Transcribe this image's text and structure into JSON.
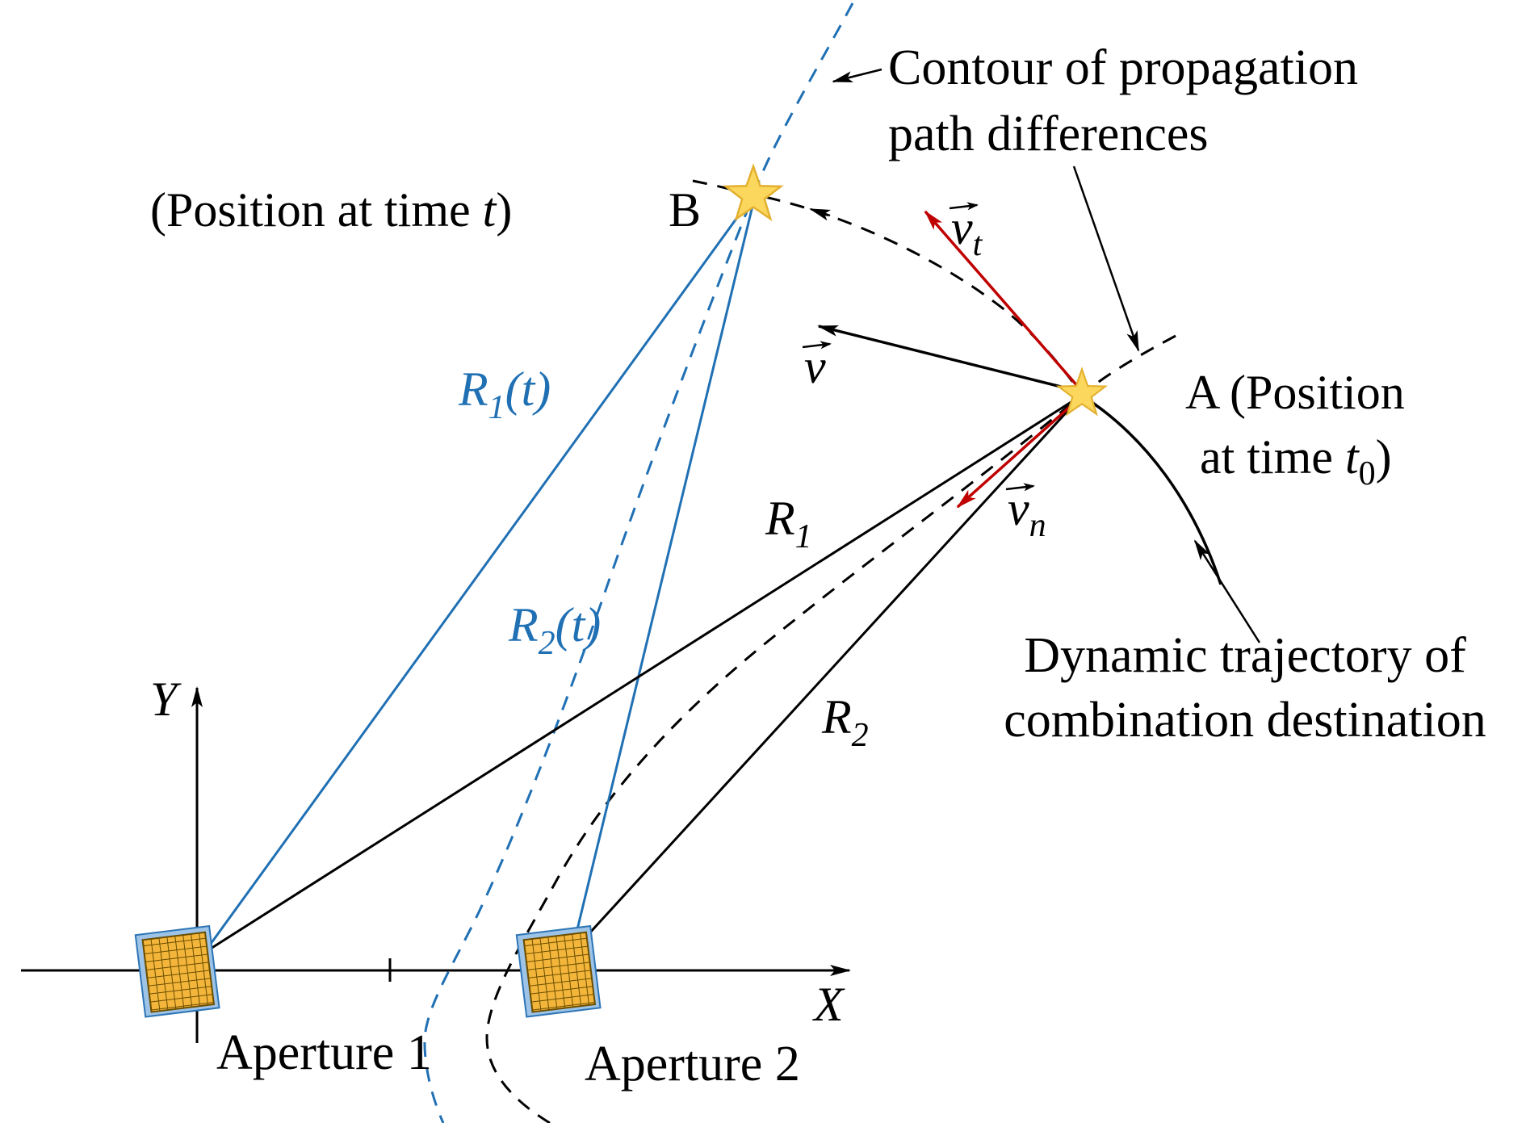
{
  "fig": {
    "colors": {
      "blue": "#2070b4",
      "red": "#c00000",
      "ink": "#000000",
      "star_fill": "#fbd75e",
      "star_edge": "#e3b02e",
      "panel_fill": "#9dc3e6",
      "panel_edge": "#2e75b6",
      "grid_fill": "#f3b53a",
      "grid_line": "#6b4e00"
    },
    "labels": {
      "position_b_pre": "(Position at time ",
      "position_b_var": "t",
      "position_b_post": ")",
      "b": "B",
      "a_line1": "A (Position",
      "a_line2_pre": "at time ",
      "a_var": "t",
      "a_sub": "0",
      "a_post": ")",
      "contour_line1": "Contour of propagation",
      "contour_line2": "path differences",
      "trajectory_line1": "Dynamic trajectory of",
      "trajectory_line2": "combination destination",
      "r1t_base": "R",
      "r1t_sub": "1",
      "r1t_rest": "(t)",
      "r2t_base": "R",
      "r2t_sub": "2",
      "r2t_rest": "(t)",
      "r1_base": "R",
      "r1_sub": "1",
      "r2_base": "R",
      "r2_sub": "2",
      "v_base": "v",
      "vt_base": "v",
      "vt_sub": "t",
      "vn_base": "v",
      "vn_sub": "n",
      "axis_x": "X",
      "axis_y": "Y",
      "aperture1": "Aperture 1",
      "aperture2": "Aperture 2"
    }
  }
}
